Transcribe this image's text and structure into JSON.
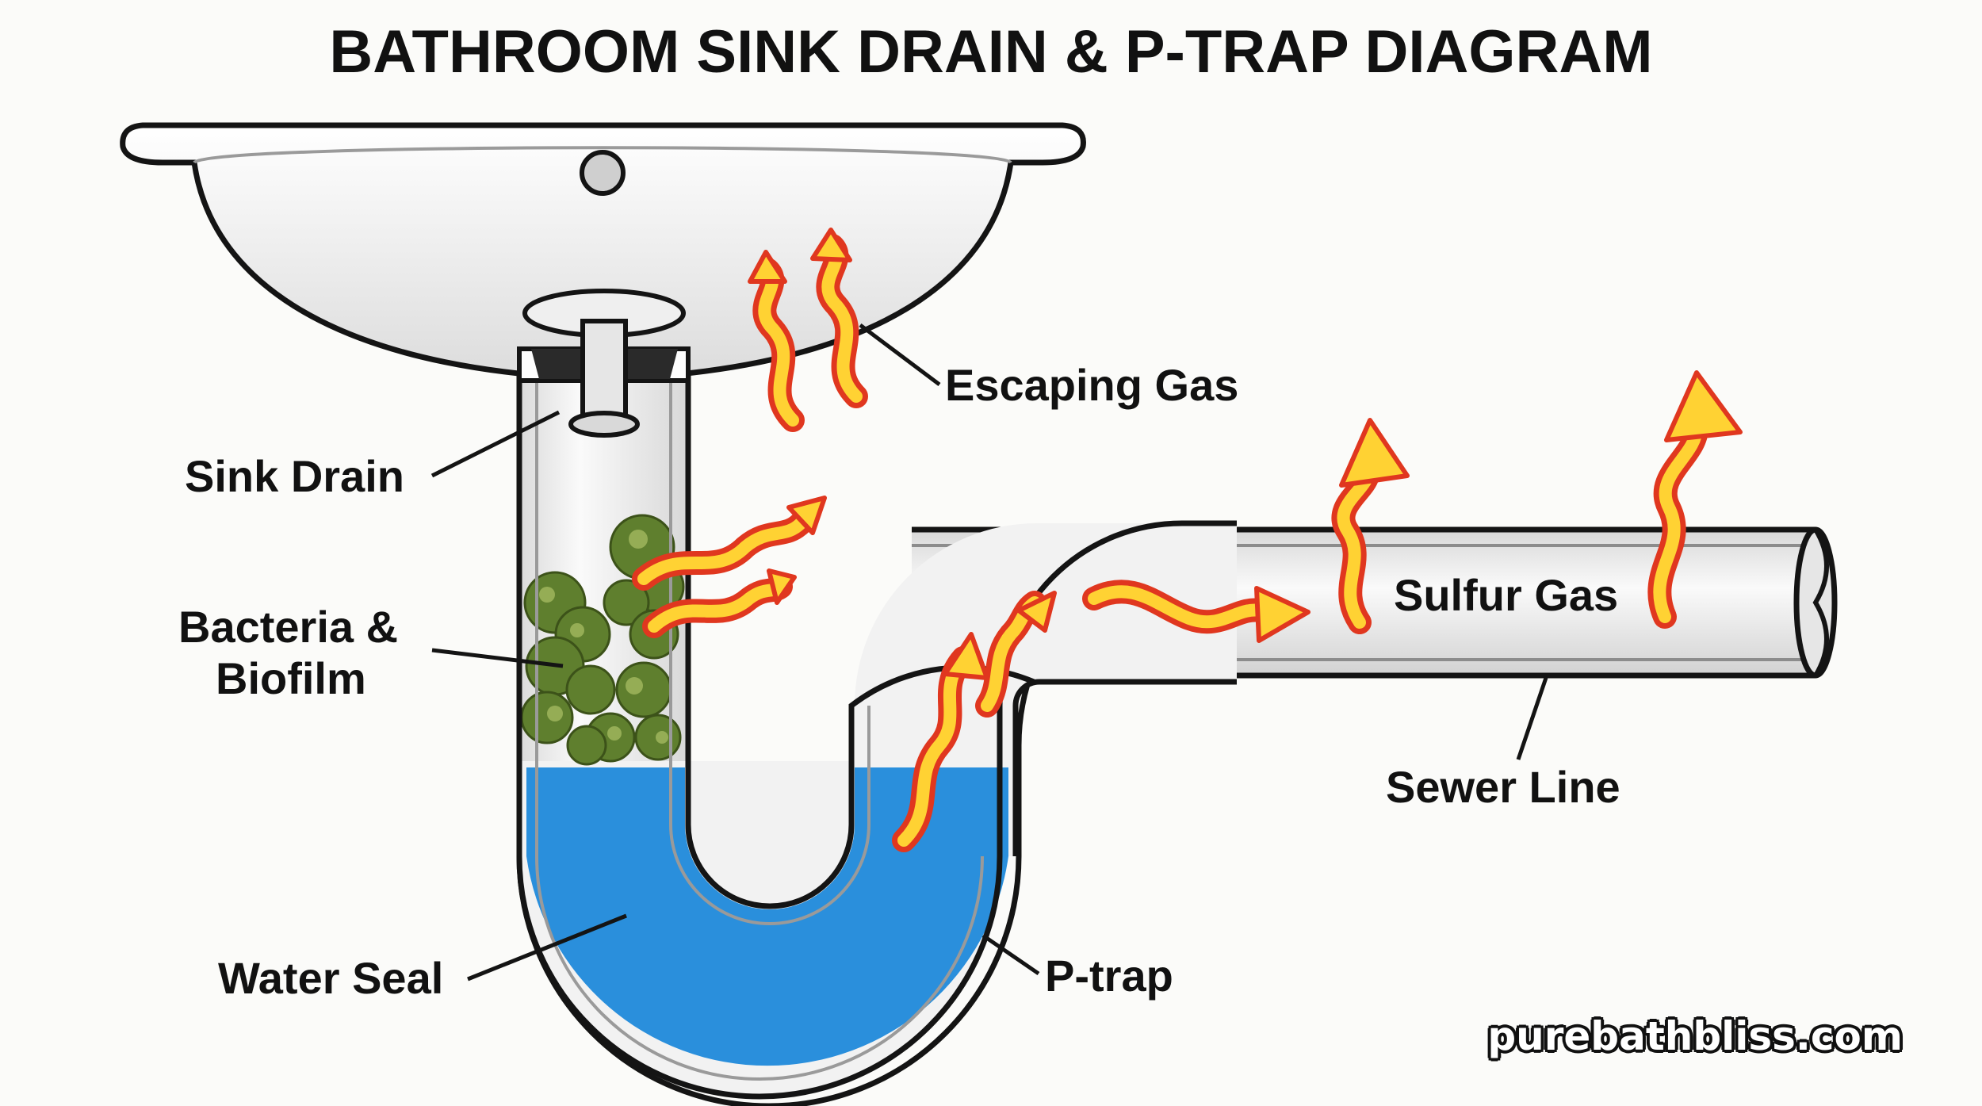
{
  "title": "BATHROOM SINK DRAIN & P-TRAP DIAGRAM",
  "labels": {
    "escaping_gas": "Escaping Gas",
    "sink_drain": "Sink Drain",
    "bacteria_line1": "Bacteria &",
    "bacteria_line2": "Biofilm",
    "sulfur_gas": "Sulfur Gas",
    "sewer_line": "Sewer Line",
    "water_seal": "Water Seal",
    "p_trap": "P-trap"
  },
  "watermark": "purebathbliss.com",
  "colors": {
    "water": "#2a8fdc",
    "gas_fill": "#ffd233",
    "gas_outline": "#e0371f",
    "biofilm": "#5f7f2e",
    "pipe_fill": "#f1f1f1",
    "outline": "#141414"
  }
}
